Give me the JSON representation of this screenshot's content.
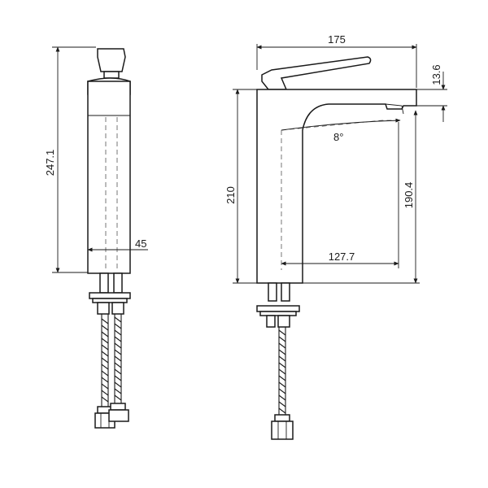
{
  "dimensions": {
    "total_height": "247.1",
    "body_diameter": "45",
    "total_width": "175",
    "handle_height": "13.6",
    "spout_angle": "8°",
    "body_height": "210",
    "spout_height": "190.4",
    "spout_reach": "127.7"
  }
}
